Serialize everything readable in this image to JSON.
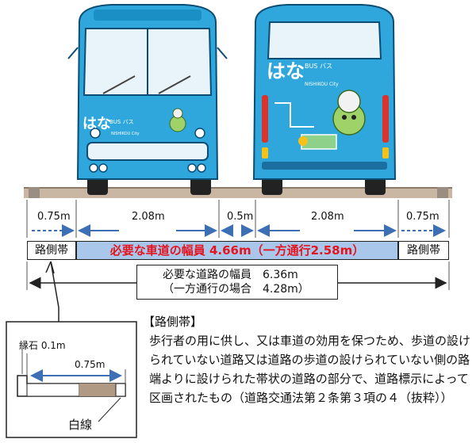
{
  "buses": {
    "front_logo": "はな",
    "front_logo_small": "BUS バス",
    "front_logo_sub": "NISHIKOU City",
    "rear_logo": "はな",
    "rear_logo_small": "BUS バス",
    "rear_logo_sub": "NISHIKOU City",
    "body_color": "#2fa7dc"
  },
  "dimensions": {
    "left_shoulder": "0.75m",
    "lane_left": "2.08m",
    "gap": "0.5m",
    "lane_right": "2.08m",
    "right_shoulder": "0.75m"
  },
  "shoulder_label_left": "路側帯",
  "shoulder_label_right": "路側帯",
  "required_width": "必要な車道の幅員 4.66m（一方通行2.58m）",
  "summary": {
    "line1": "必要な道路の幅員　6.36m",
    "line2": "（一方通行の場合　4.28m）"
  },
  "detail": {
    "curb_label": "縁石 0.1m",
    "width_label": "0.75m",
    "white_line_label": "白線"
  },
  "definition": {
    "heading": "【路側帯】",
    "text": "歩行者の用に供し、又は車道の効用を保つため、歩道の設けられていない道路又は道路の歩道の設けられていない側の路端よりに設けられた帯状の道路の部分で、道路標示によって区画されたもの（道路交通法第２条第３項の４（抜粋））"
  },
  "colors": {
    "accent_red": "#e5141e",
    "lane_fill": "#a9c7ea",
    "dim_blue": "#3d6fb4"
  }
}
